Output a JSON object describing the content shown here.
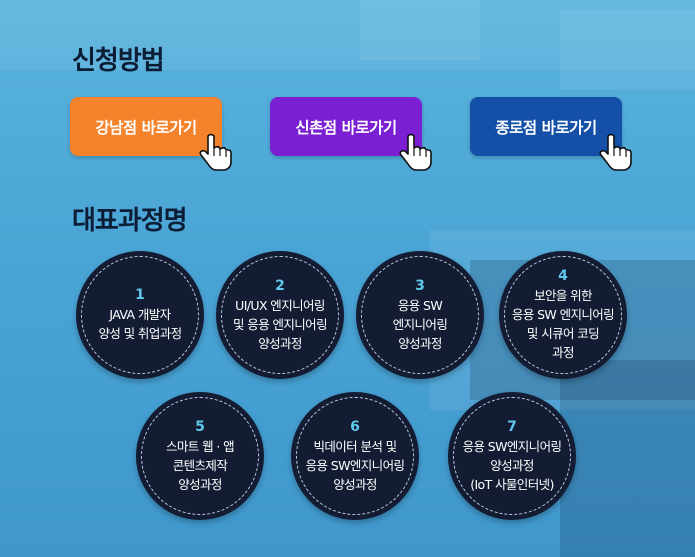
{
  "sections": {
    "apply_title": "신청방법",
    "courses_title": "대표과정명"
  },
  "branches": [
    {
      "label": "강남점 바로가기",
      "color": "#f5832c"
    },
    {
      "label": "신촌점 바로가기",
      "color": "#7a1fd2"
    },
    {
      "label": "종로점 바로가기",
      "color": "#1550a8"
    }
  ],
  "courses": [
    {
      "num": "1",
      "lines": [
        "JAVA 개발자",
        "양성 및 취업과정"
      ]
    },
    {
      "num": "2",
      "lines": [
        "UI/UX 엔지니어링",
        "및 응용 엔지니어링",
        "양성과정"
      ]
    },
    {
      "num": "3",
      "lines": [
        "응용 SW",
        "엔지니어링",
        "양성과정"
      ]
    },
    {
      "num": "4",
      "lines": [
        "보안을 위한",
        "응용 SW 엔지니어링",
        "및 시큐어 코딩",
        "과정"
      ]
    },
    {
      "num": "5",
      "lines": [
        "스마트 웹 · 앱",
        "콘텐츠제작",
        "양성과정"
      ]
    },
    {
      "num": "6",
      "lines": [
        "빅데이터 분석 및",
        "응용 SW엔지니어링",
        "양성과정"
      ]
    },
    {
      "num": "7",
      "lines": [
        "응용 SW엔지니어링",
        "양성과정",
        "(IoT 사물인터넷)"
      ]
    }
  ],
  "colors": {
    "background": "#4aa5d6",
    "circle": "#141c33",
    "number": "#5fc9ec",
    "title": "#0c1d36"
  },
  "icons": [
    "hand-cursor-icon"
  ]
}
